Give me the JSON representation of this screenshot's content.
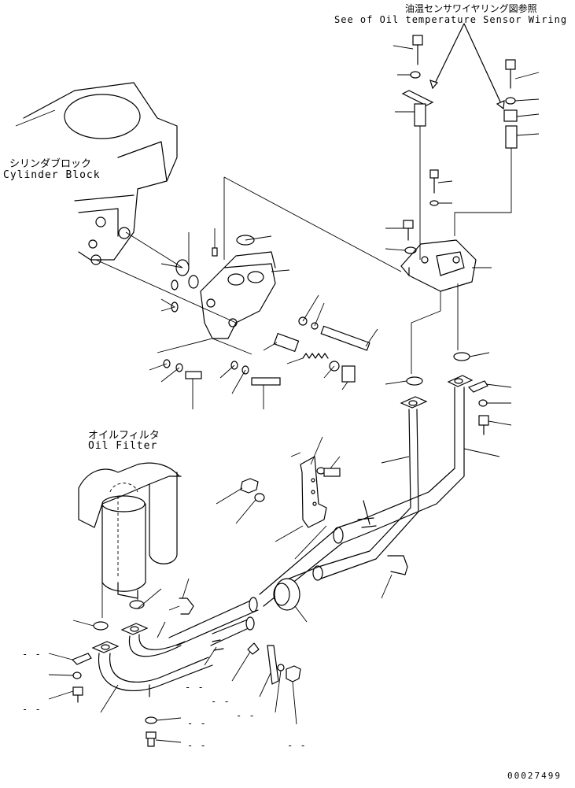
{
  "labels": {
    "sensor_note_jp": "油温センサワイヤリング図参照",
    "sensor_note_en": "See of Oil temperature Sensor Wiring",
    "cylinder_block_jp": "シリンダブロック",
    "cylinder_block_en": "Cylinder Block",
    "oil_filter_jp": "オイルフィルタ",
    "oil_filter_en": "Oil Filter",
    "drawing_number": "00027499"
  },
  "dash_marks": {
    "m1": "- -",
    "m2": "- -",
    "m3": "- -",
    "m4": "- -",
    "m5": "- -",
    "m6": "- -",
    "m7": "- -",
    "m8": "- -"
  }
}
